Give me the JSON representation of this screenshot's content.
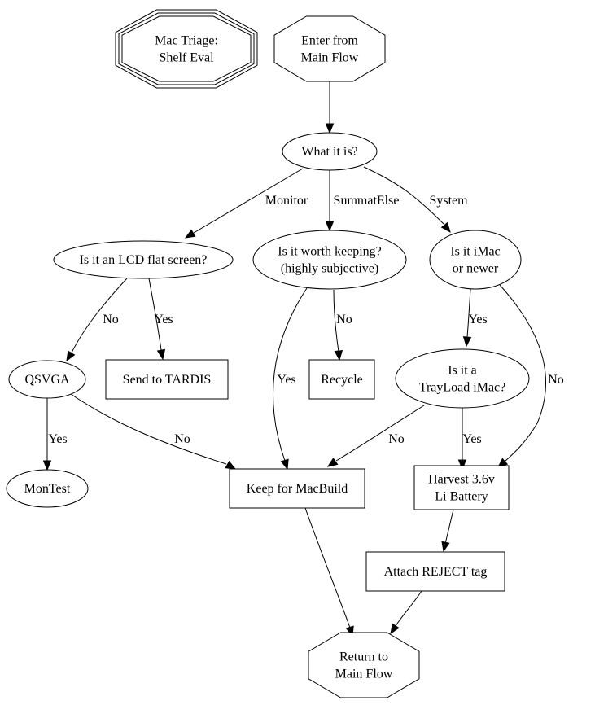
{
  "diagram": {
    "type": "flowchart",
    "title": "Mac Triage: Shelf Eval",
    "nodes": {
      "title": {
        "label": [
          "Mac Triage:",
          "Shelf Eval"
        ],
        "shape": "tripleoctagon"
      },
      "enter": {
        "label": [
          "Enter from",
          "Main Flow"
        ],
        "shape": "octagon"
      },
      "what": {
        "label": [
          "What it is?"
        ],
        "shape": "ellipse"
      },
      "lcd": {
        "label": [
          "Is it an LCD flat screen?"
        ],
        "shape": "ellipse"
      },
      "worth": {
        "label": [
          "Is it worth keeping?",
          "(highly subjective)"
        ],
        "shape": "ellipse"
      },
      "imac": {
        "label": [
          "Is it iMac",
          "or newer"
        ],
        "shape": "ellipse"
      },
      "qsvga": {
        "label": [
          "QSVGA"
        ],
        "shape": "ellipse"
      },
      "tardis": {
        "label": [
          "Send to TARDIS"
        ],
        "shape": "box"
      },
      "recycle": {
        "label": [
          "Recycle"
        ],
        "shape": "box"
      },
      "trayload": {
        "label": [
          "Is it a",
          "TrayLoad iMac?"
        ],
        "shape": "ellipse"
      },
      "montest": {
        "label": [
          "MonTest"
        ],
        "shape": "ellipse"
      },
      "keep": {
        "label": [
          "Keep for MacBuild"
        ],
        "shape": "box"
      },
      "harvest": {
        "label": [
          "Harvest 3.6v",
          "Li Battery"
        ],
        "shape": "box"
      },
      "reject": {
        "label": [
          "Attach REJECT tag"
        ],
        "shape": "box"
      },
      "return": {
        "label": [
          "Return to",
          "Main Flow"
        ],
        "shape": "octagon"
      }
    },
    "edges": [
      {
        "from": "enter",
        "to": "what",
        "label": ""
      },
      {
        "from": "what",
        "to": "lcd",
        "label": "Monitor"
      },
      {
        "from": "what",
        "to": "worth",
        "label": "SummatElse"
      },
      {
        "from": "what",
        "to": "imac",
        "label": "System"
      },
      {
        "from": "lcd",
        "to": "qsvga",
        "label": "No"
      },
      {
        "from": "lcd",
        "to": "tardis",
        "label": "Yes"
      },
      {
        "from": "worth",
        "to": "keep",
        "label": "Yes"
      },
      {
        "from": "worth",
        "to": "recycle",
        "label": "No"
      },
      {
        "from": "imac",
        "to": "trayload",
        "label": "Yes"
      },
      {
        "from": "imac",
        "to": "harvest",
        "label": "No"
      },
      {
        "from": "qsvga",
        "to": "montest",
        "label": "Yes"
      },
      {
        "from": "qsvga",
        "to": "keep",
        "label": "No"
      },
      {
        "from": "trayload",
        "to": "keep",
        "label": "No"
      },
      {
        "from": "trayload",
        "to": "harvest",
        "label": "Yes"
      },
      {
        "from": "harvest",
        "to": "reject",
        "label": ""
      },
      {
        "from": "keep",
        "to": "return",
        "label": ""
      },
      {
        "from": "reject",
        "to": "return",
        "label": ""
      }
    ]
  }
}
